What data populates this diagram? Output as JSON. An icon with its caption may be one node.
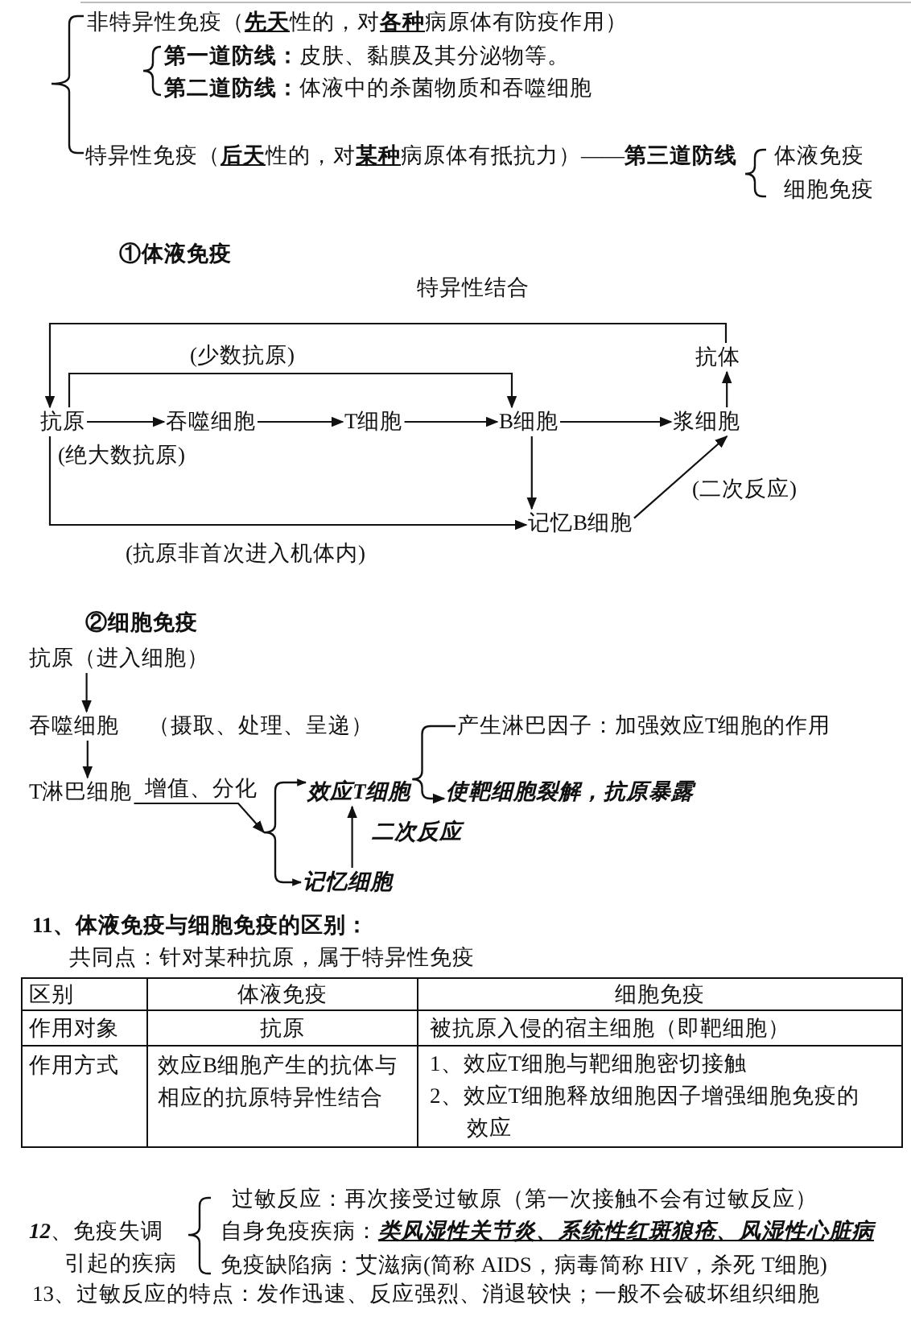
{
  "diagram": {
    "nodes": [
      {
        "text": [
          "抗原"
        ]
      },
      {
        "text": [
          "吞噬细胞"
        ]
      },
      {
        "text": [
          "T细胞"
        ]
      },
      {
        "text": [
          "B细胞"
        ]
      },
      {
        "text": [
          "浆细胞"
        ]
      },
      {
        "text": [
          "抗体"
        ]
      },
      {
        "text": [
          "记忆B细胞"
        ]
      },
      {
        "text": [
          "抗原（进入细胞）"
        ]
      },
      {
        "text": [
          "吞噬细胞"
        ],
        "beside": [
          "（摄取、处理、呈递）"
        ]
      },
      {
        "text": [
          "产生淋巴因子：加强效应T细胞的作用"
        ]
      },
      {
        "text": [
          "T淋巴细胞"
        ]
      },
      {
        "text": [
          "效应T细胞"
        ]
      },
      {
        "text": [
          "使靶细胞裂解，抗原暴露"
        ]
      },
      {
        "text": [
          "记忆细胞"
        ]
      }
    ],
    "edges": [
      {
        "from": 5,
        "to": 0,
        "arrow": "to",
        "label": "特异性结合"
      },
      {
        "from": 0,
        "to": 3,
        "arrow": "to",
        "label": "(少数抗原)"
      },
      {
        "from": 0,
        "to": 1,
        "arrow": "to",
        "label": "(绝大数抗原)"
      },
      {
        "from": 1,
        "to": 2,
        "arrow": "to"
      },
      {
        "from": 2,
        "to": 3,
        "arrow": "to"
      },
      {
        "from": 3,
        "to": 4,
        "arrow": "to"
      },
      {
        "from": 4,
        "to": 5,
        "arrow": "to"
      },
      {
        "from": 3,
        "to": 6,
        "arrow": "to"
      },
      {
        "from": 0,
        "to": 6,
        "arrow": "to",
        "label": "(抗原非首次进入机体内)"
      },
      {
        "from": 6,
        "to": 4,
        "arrow": "to",
        "label": "(二次反应)"
      },
      {
        "from": 7,
        "to": 8,
        "arrow": "to"
      },
      {
        "from": 8,
        "to": 10,
        "arrow": "to"
      },
      {
        "from": 10,
        "to": 11,
        "arrow": "to",
        "label": "增值、分化"
      },
      {
        "from": 10,
        "to": 13,
        "arrow": "to"
      },
      {
        "from": 11,
        "to": 9,
        "arrow": "none"
      },
      {
        "from": 11,
        "to": 12,
        "arrow": "to"
      },
      {
        "from": 13,
        "to": 11,
        "arrow": "to",
        "label": "二次反应"
      }
    ],
    "labels": [
      "非特异性免疫（**先天**性的，对**各种**病原体有防疫作用）",
      "**第一道防线：**皮肤、黏膜及其分泌物等。",
      "**第二道防线：**体液中的杀菌物质和吞噬细胞",
      "特异性免疫（**后天**性的，对**某种**病原体有抵抗力）——**第三道防线**",
      "体液免疫",
      "细胞免疫",
      "①体液免疫",
      "②细胞免疫",
      "11、体液免疫与细胞免疫的区别：",
      "共同点：针对某种抗原，属于特异性免疫",
      "区别",
      "体液免疫",
      "细胞免疫",
      "作用对象",
      "抗原",
      "被抗原入侵的宿主细胞（即靶细胞）",
      "作用方式",
      "效应B细胞产生的抗体与相应的抗原特异性结合",
      "1、效应T细胞与靶细胞密切接触",
      "2、效应T细胞释放细胞因子增强细胞免疫的效应",
      "**12**、免疫失调引起的疾病",
      "过敏反应：再次接受过敏原（第一次接触不会有过敏反应）",
      "自身免疫疾病：**类风湿性关节炎、系统性红斑狼疮、风湿性心脏病**",
      "免疫缺陷病：艾滋病(简称 AIDS，病毒简称 HIV，杀死 T细胞)",
      "13、过敏反应的特点：发作迅速、反应强烈、消退较快；一般不会破坏组织细胞"
    ]
  }
}
